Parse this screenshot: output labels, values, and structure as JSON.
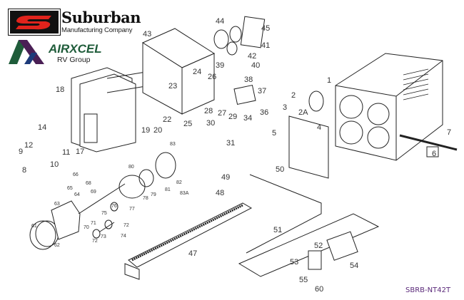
{
  "brand": {
    "suburban_name": "Suburban",
    "suburban_sub": "Manufacturing Company",
    "airxcel_name": "AIRXCEL",
    "airxcel_sub": "RV Group",
    "colors": {
      "suburban_red": "#e0231c",
      "airxcel_green": "#1f5c3a",
      "airxcel_purple": "#4a1f55",
      "airxcel_blue": "#1d3a7a"
    }
  },
  "diagram_code": "SBRB-NT42T",
  "part_labels": [
    "1",
    "2",
    "2A",
    "3",
    "4",
    "5",
    "6",
    "7",
    "8",
    "9",
    "10",
    "11",
    "12",
    "14",
    "17",
    "18",
    "19",
    "20",
    "22",
    "23",
    "24",
    "25",
    "26",
    "27",
    "28",
    "29",
    "30",
    "31",
    "34",
    "36",
    "37",
    "38",
    "39",
    "40",
    "41",
    "42",
    "43",
    "44",
    "45",
    "47",
    "48",
    "49",
    "50",
    "51",
    "52",
    "53",
    "54",
    "55",
    "60",
    "61",
    "62",
    "63",
    "64",
    "65",
    "66",
    "68",
    "69",
    "70",
    "71",
    "72",
    "72",
    "73",
    "74",
    "75",
    "76",
    "77",
    "78",
    "79",
    "80",
    "81",
    "82",
    "83",
    "83A"
  ]
}
